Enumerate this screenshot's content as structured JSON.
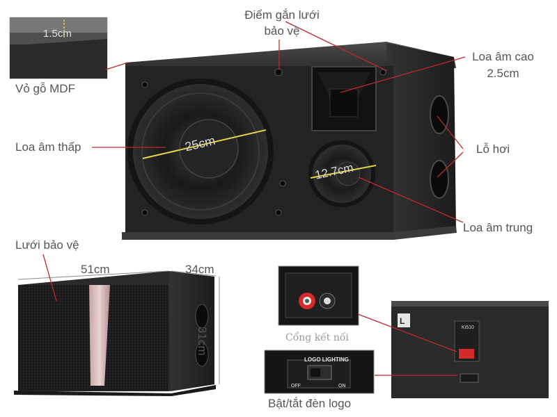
{
  "callouts": {
    "mdf_thickness": "1.5cm",
    "mdf_case": "Vỏ gỗ MDF",
    "grille_mount_line1": "Điểm gắn lưới",
    "grille_mount_line2": "bảo vệ",
    "tweeter_line1": "Loa âm cao",
    "tweeter_line2": "2.5cm",
    "woofer": "Loa âm thấp",
    "woofer_size": "25cm",
    "mid_size": "12.7cm",
    "ports": "Lỗ hơi",
    "midrange": "Loa âm trung",
    "grille": "Lưới bảo vệ",
    "width": "51cm",
    "depth": "34cm",
    "height": "31cm",
    "connector": "Cổng kết nối",
    "logo_switch": "Bật/tắt đèn logo"
  },
  "switch_panel": {
    "title": "LOGO LIGHTING",
    "off": "OFF",
    "on": "ON"
  },
  "rear_panel": {
    "model": "Ki510",
    "side_marker": "L"
  },
  "colors": {
    "callout_line": "#c0282d",
    "cabinet": "#2a2a2a",
    "label_text": "#555555"
  }
}
